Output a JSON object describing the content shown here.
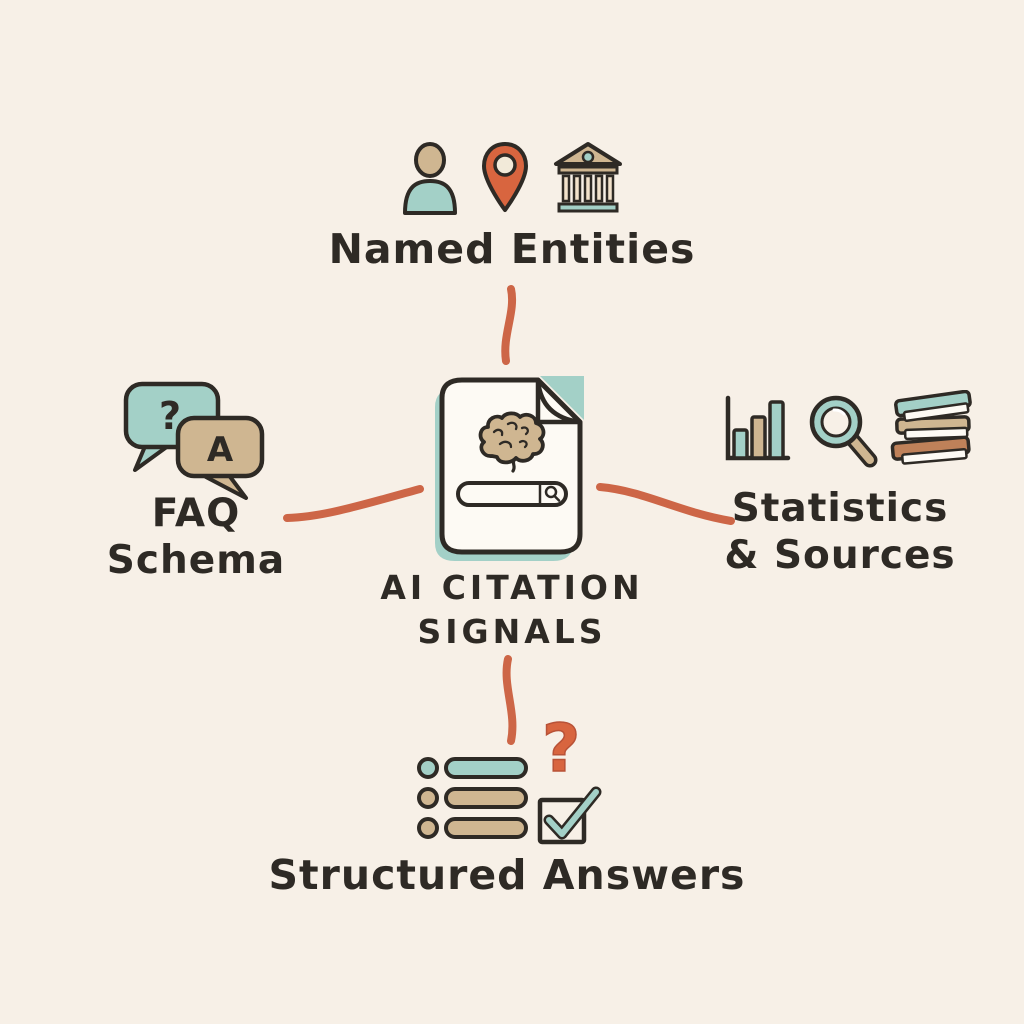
{
  "title": {
    "full": "AI CITATION SIGNALS",
    "lines": [
      "AI CITATION",
      "SIGNALS"
    ]
  },
  "center": {
    "icon": "document-with-brain-and-search-bar"
  },
  "nodes": {
    "top": {
      "label": "Named Entities",
      "icons": [
        "person",
        "location-pin",
        "institution-building"
      ]
    },
    "left": {
      "label": "FAQ Schema",
      "lines": [
        "FAQ",
        "Schema"
      ],
      "icons": [
        "question-speech-bubble",
        "answer-speech-bubble"
      ],
      "question_glyph": "?",
      "answer_glyph": "A"
    },
    "right": {
      "label": "Statistics & Sources",
      "lines": [
        "Statistics",
        "& Sources"
      ],
      "icons": [
        "bar-chart",
        "magnifying-glass",
        "book-stack"
      ]
    },
    "bottom": {
      "label": "Structured Answers",
      "icons": [
        "checklist",
        "question-mark",
        "checked-checkbox"
      ],
      "question_glyph": "?"
    }
  },
  "connectors": [
    "center-to-top",
    "center-to-left",
    "center-to-right",
    "center-to-bottom"
  ],
  "colors": {
    "background": "#f7f0e7",
    "ink": "#2e2a25",
    "teal": "#a3d0c7",
    "tan": "#cfb691",
    "cream": "#f2ead9",
    "paper": "#fdfaf4",
    "orange": "#d8653f",
    "connector_orange": "#cd6647",
    "terracotta": "#bf8159"
  }
}
